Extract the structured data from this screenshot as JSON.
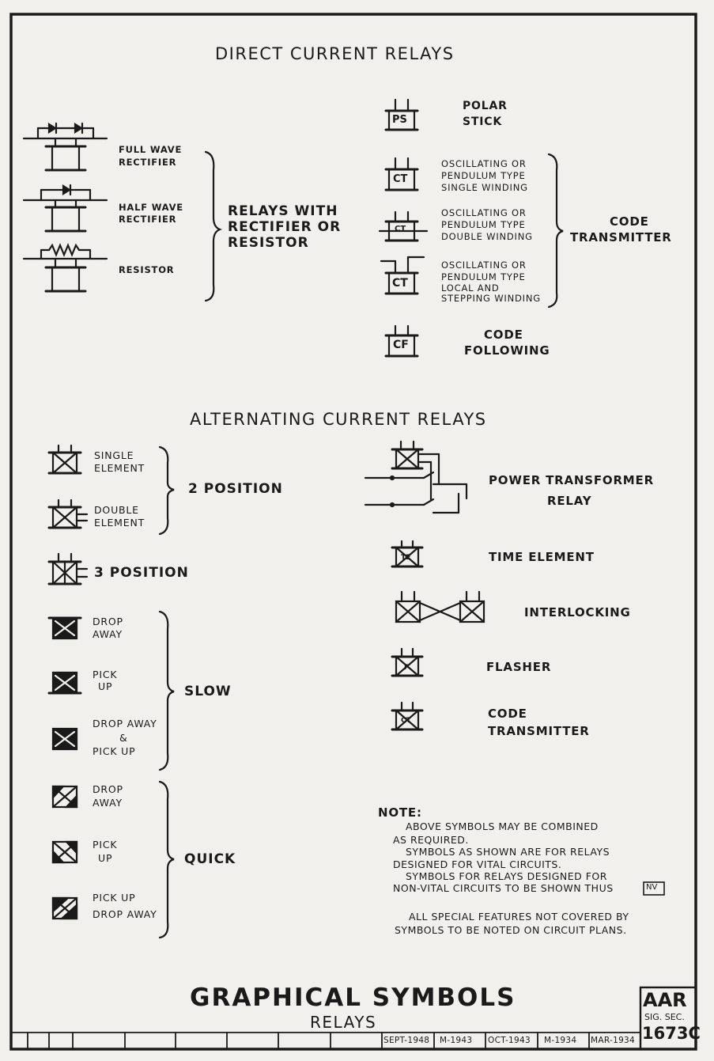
{
  "dc": {
    "title": "DIRECT CURRENT RELAYS",
    "full_wave": [
      "FULL WAVE",
      "RECTIFIER"
    ],
    "half_wave": [
      "HALF WAVE",
      "RECTIFIER"
    ],
    "resistor": "RESISTOR",
    "group": [
      "RELAYS WITH",
      "RECTIFIER OR",
      "RESISTOR"
    ],
    "polar_code": "PS",
    "polar": [
      "POLAR",
      "STICK"
    ],
    "osc1": [
      "OSCILLATING OR",
      "PENDULUM TYPE",
      "SINGLE WINDING"
    ],
    "osc2": [
      "OSCILLATING OR",
      "PENDULUM TYPE",
      "DOUBLE WINDING"
    ],
    "osc3": [
      "OSCILLATING OR",
      "PENDULUM TYPE",
      "LOCAL AND",
      "STEPPING WINDING"
    ],
    "ct_code": "CT",
    "code_transmitter": [
      "CODE",
      "TRANSMITTER"
    ],
    "cf_code": "CF",
    "code_following": [
      "CODE",
      "FOLLOWING"
    ]
  },
  "ac": {
    "title": "ALTERNATING CURRENT RELAYS",
    "single": [
      "SINGLE",
      "ELEMENT"
    ],
    "double": [
      "DOUBLE",
      "ELEMENT"
    ],
    "two_pos": "2 POSITION",
    "three_pos": "3 POSITION",
    "slow_drop": [
      "DROP",
      "AWAY"
    ],
    "slow_pick": [
      "PICK",
      "UP"
    ],
    "slow_both": [
      "DROP AWAY",
      "&",
      "PICK UP"
    ],
    "slow": "SLOW",
    "quick_drop": [
      "DROP",
      "AWAY"
    ],
    "quick_pick": [
      "PICK",
      "UP"
    ],
    "quick_both": [
      "PICK UP",
      "DROP AWAY"
    ],
    "quick": "QUICK",
    "power": [
      "POWER TRANSFORMER",
      "RELAY"
    ],
    "te_code": "TE",
    "time": "TIME ELEMENT",
    "interlocking": "INTERLOCKING",
    "f_code": "F",
    "flasher": "FLASHER",
    "ct_code": "CT",
    "code_tx": [
      "CODE",
      "TRANSMITTER"
    ]
  },
  "note": {
    "head": "NOTE:",
    "lines": [
      "ABOVE SYMBOLS MAY BE COMBINED",
      "AS REQUIRED.",
      "SYMBOLS AS SHOWN ARE FOR RELAYS",
      "DESIGNED FOR VITAL CIRCUITS.",
      "SYMBOLS FOR RELAYS DESIGNED FOR",
      "NON-VITAL CIRCUITS TO BE SHOWN THUS",
      "ALL SPECIAL FEATURES NOT COVERED BY",
      "SYMBOLS TO BE NOTED ON CIRCUIT PLANS."
    ],
    "nv": "NV"
  },
  "footer": {
    "title": "GRAPHICAL SYMBOLS",
    "subtitle": "RELAYS",
    "revisions": [
      "SEPT-1948",
      "M-1943",
      "OCT-1943",
      "M-1934",
      "MAR-1934"
    ],
    "org": "AAR",
    "sec": "SIG. SEC.",
    "number": "1673C"
  }
}
